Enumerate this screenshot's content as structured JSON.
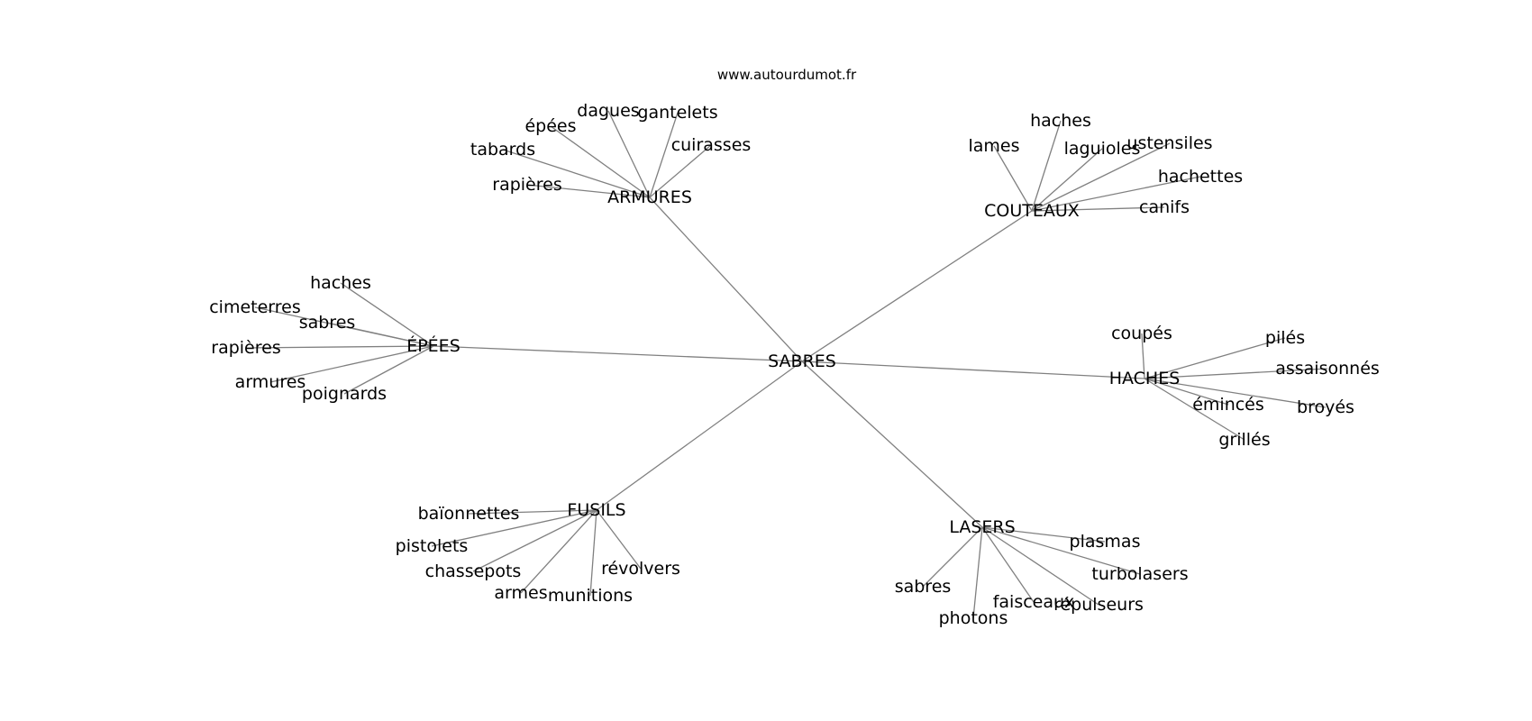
{
  "header": {
    "site_url": "www.autourdumot.fr"
  },
  "graph": {
    "center": {
      "id": "c",
      "label": "SABRES"
    },
    "hubs": [
      {
        "id": "armures",
        "label": "ARMURES",
        "leaves": [
          "rapières",
          "tabards",
          "épées",
          "dagues",
          "gantelets",
          "cuirasses"
        ]
      },
      {
        "id": "couteaux",
        "label": "COUTEAUX",
        "leaves": [
          "lames",
          "haches",
          "laguioles",
          "ustensiles",
          "hachettes",
          "canifs"
        ]
      },
      {
        "id": "epees",
        "label": "ÉPÉES",
        "leaves": [
          "haches",
          "cimeterres",
          "sabres",
          "rapières",
          "armures",
          "poignards"
        ]
      },
      {
        "id": "haches",
        "label": "HACHES",
        "leaves": [
          "coupés",
          "pilés",
          "assaisonnés",
          "émincés",
          "broyés",
          "grillés"
        ]
      },
      {
        "id": "fusils",
        "label": "FUSILS",
        "leaves": [
          "baïonnettes",
          "pistolets",
          "chassepots",
          "armes",
          "munitions",
          "révolvers"
        ]
      },
      {
        "id": "lasers",
        "label": "LASERS",
        "leaves": [
          "sabres",
          "photons",
          "faisceaux",
          "répulseurs",
          "turbolasers",
          "plasmas"
        ]
      }
    ]
  },
  "colors": {
    "edge": "#808080",
    "text": "#000000",
    "background": "#ffffff"
  }
}
